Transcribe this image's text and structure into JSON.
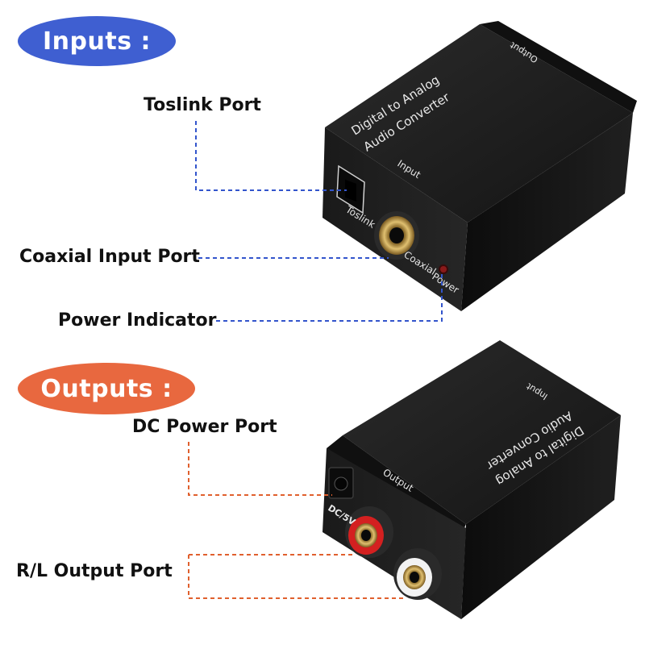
{
  "colors": {
    "inputs_pill": "#3f5fd1",
    "outputs_pill": "#e8683f",
    "input_lines": "#3355cc",
    "output_lines": "#e0602e",
    "device_body": "#1f1f1f"
  },
  "inputs_section": {
    "title": "Inputs :",
    "labels": {
      "toslink": "Toslink Port",
      "coaxial": "Coaxial Input Port",
      "power_indicator": "Power Indicator"
    },
    "device_print": {
      "top_line1": "Digital to Analog",
      "top_line2": "Audio Converter",
      "input": "Input",
      "toslink": "Toslink",
      "coaxial": "Coaxial",
      "power": "Power",
      "output": "Output"
    }
  },
  "outputs_section": {
    "title": "Outputs :",
    "labels": {
      "dc_power": "DC Power Port",
      "rl_output": "R/L Output Port"
    },
    "device_print": {
      "top_line1": "Digital to Analog",
      "top_line2": "Audio Converter",
      "input": "Input",
      "output": "Output",
      "dc": "DC/5V"
    }
  }
}
